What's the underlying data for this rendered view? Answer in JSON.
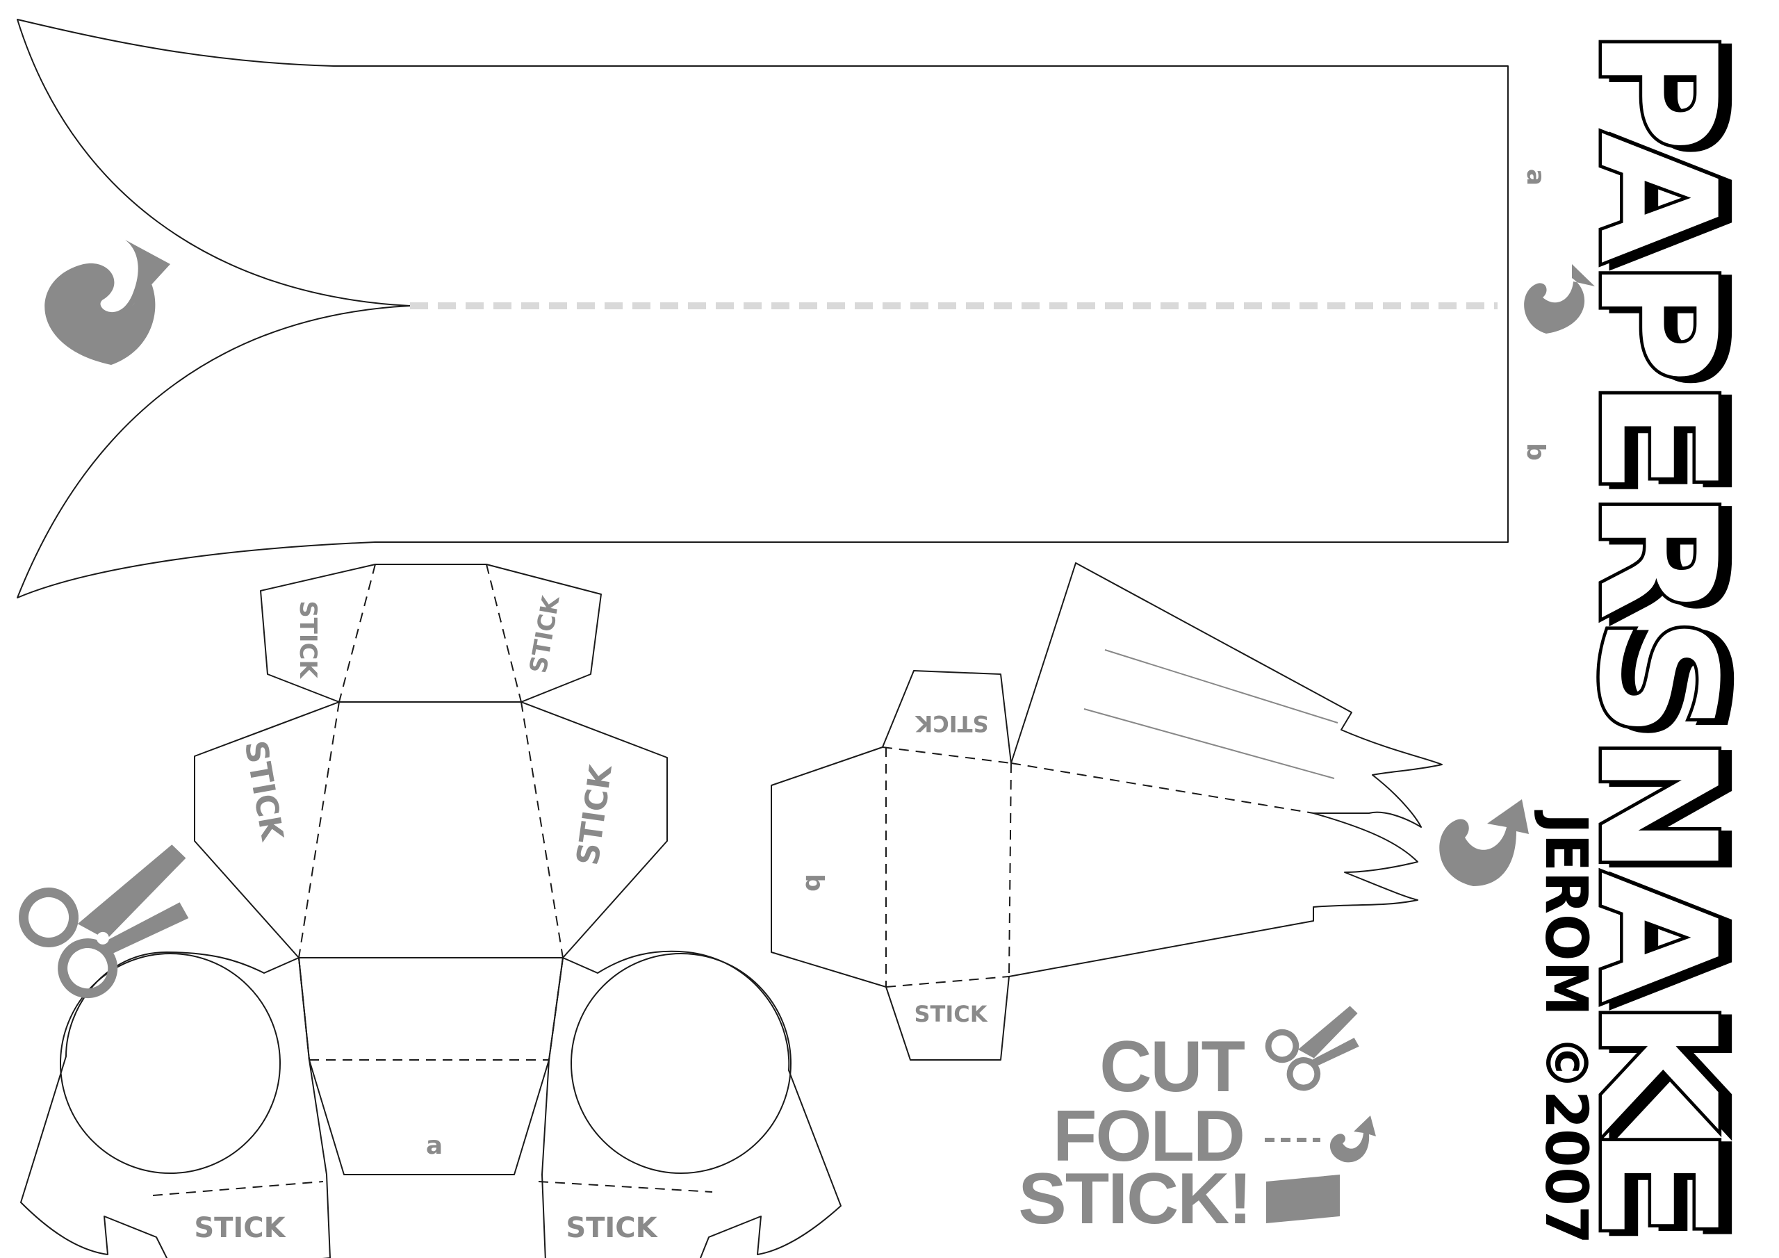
{
  "title": "PAPERSNAKE",
  "author": "JEROM ©2007",
  "legend": {
    "cut": "CUT",
    "fold": "FOLD",
    "stick": "STICK!"
  },
  "labels": {
    "stick": "STICK",
    "a": "a",
    "b": "b"
  },
  "icons": [
    "scissors-icon",
    "curved-arrow-icon",
    "fold-dash-icon",
    "glue-strip-icon"
  ],
  "colors": {
    "ink": "#1a1a1a",
    "grey": "#8a8a8a",
    "fold_strip": "#d9d9d9"
  }
}
